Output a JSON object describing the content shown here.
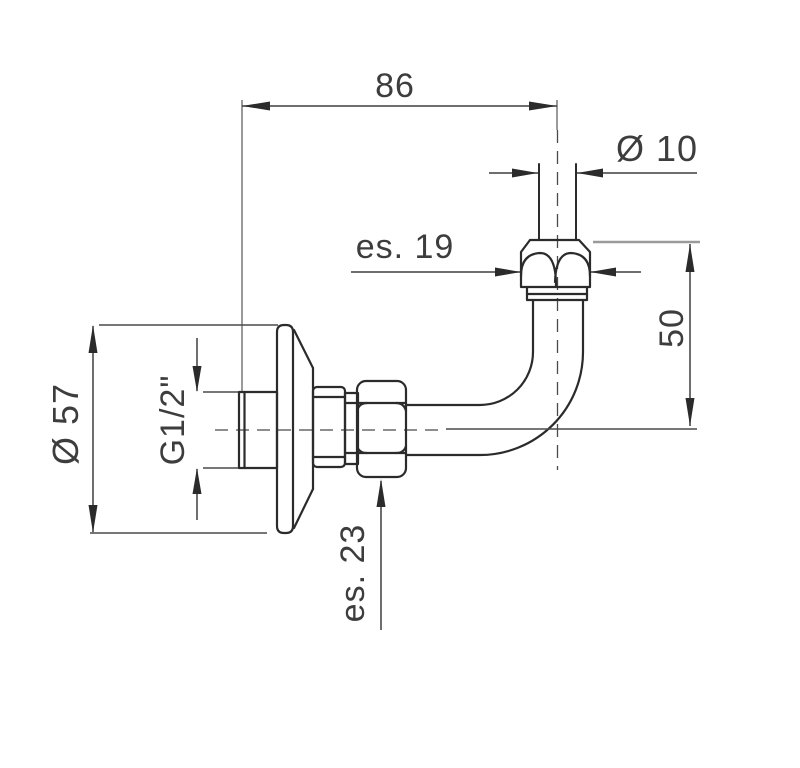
{
  "drawing": {
    "title": "Wall-mounted elbow pipe fitting - dimensioned technical drawing",
    "dimensions": {
      "overall_length": {
        "label": "86"
      },
      "pipe_diameter": {
        "label": "Ø 10"
      },
      "top_nut_wrench": {
        "label": "es. 19"
      },
      "vertical_offset": {
        "label": "50"
      },
      "flange_diameter": {
        "label": "Ø 57"
      },
      "thread_size": {
        "label": "G1/2\""
      },
      "body_nut_wrench": {
        "label": "es. 23"
      }
    },
    "colors": {
      "object_line": "#2b2b2b",
      "dimension_line": "#3f3f3f",
      "light_extension_line": "#9a9a9a",
      "background": "#ffffff"
    }
  }
}
